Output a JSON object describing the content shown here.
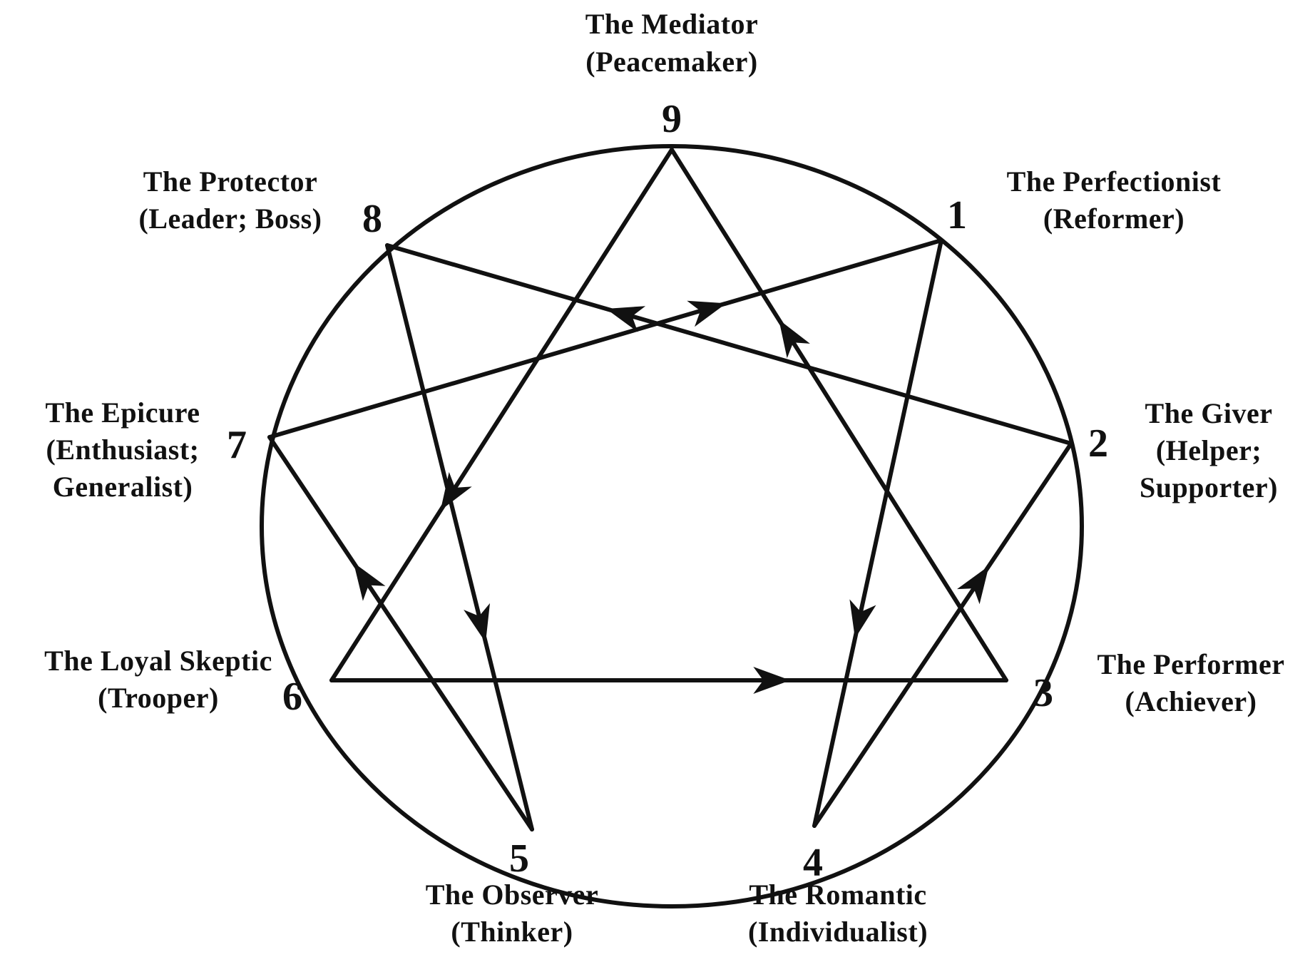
{
  "diagram": {
    "types": [
      {
        "number": "9",
        "name": "The Mediator",
        "alt": [
          "(Peacemaker)"
        ]
      },
      {
        "number": "1",
        "name": "The Perfectionist",
        "alt": [
          "(Reformer)"
        ]
      },
      {
        "number": "2",
        "name": "The Giver",
        "alt": [
          "(Helper;",
          "Supporter)"
        ]
      },
      {
        "number": "3",
        "name": "The Performer",
        "alt": [
          "(Achiever)"
        ]
      },
      {
        "number": "4",
        "name": "The Romantic",
        "alt": [
          "(Individualist)"
        ]
      },
      {
        "number": "5",
        "name": "The Observer",
        "alt": [
          "(Thinker)"
        ]
      },
      {
        "number": "6",
        "name": "The Loyal Skeptic",
        "alt": [
          "(Trooper)"
        ]
      },
      {
        "number": "7",
        "name": "The Epicure",
        "alt": [
          "(Enthusiast;",
          "Generalist)"
        ]
      },
      {
        "number": "8",
        "name": "The Protector",
        "alt": [
          "(Leader; Boss)"
        ]
      }
    ],
    "arrows": [
      {
        "from": "9",
        "to": "6"
      },
      {
        "from": "6",
        "to": "3"
      },
      {
        "from": "3",
        "to": "9"
      },
      {
        "from": "1",
        "to": "4"
      },
      {
        "from": "4",
        "to": "2"
      },
      {
        "from": "2",
        "to": "8"
      },
      {
        "from": "8",
        "to": "5"
      },
      {
        "from": "5",
        "to": "7"
      },
      {
        "from": "7",
        "to": "1"
      }
    ],
    "line_color": "#111111",
    "background_color": "#ffffff"
  }
}
